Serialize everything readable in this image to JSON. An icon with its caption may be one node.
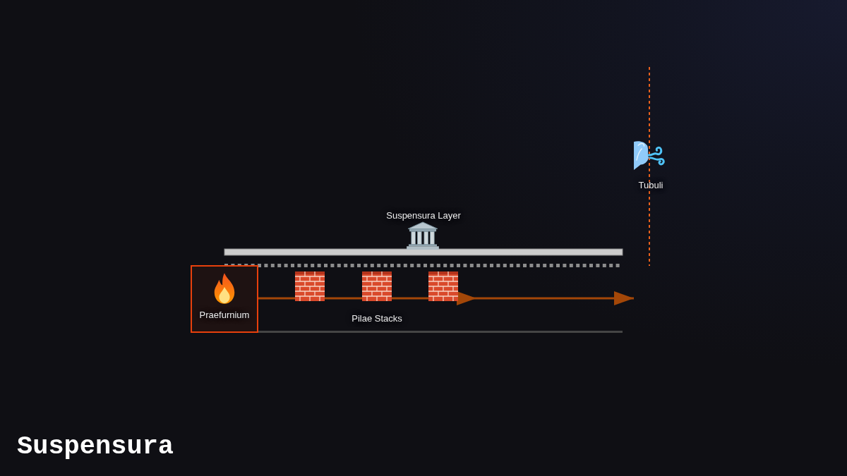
{
  "diagram": {
    "title": "Suspensura",
    "nodes": [
      {
        "text": [
          "Praefurnium"
        ]
      },
      {
        "text": [
          "Tubuli"
        ]
      }
    ],
    "edges": [
      {
        "from": 0,
        "to": 1,
        "arrow": "to"
      }
    ],
    "labels": [
      "Suspensura Layer",
      "Pilae Stacks"
    ]
  }
}
